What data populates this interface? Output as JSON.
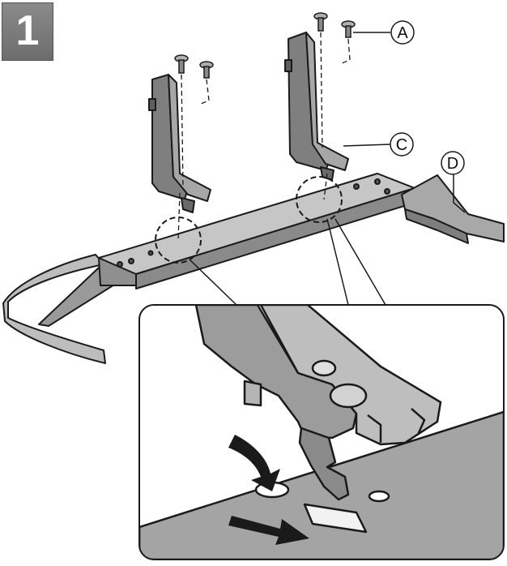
{
  "step": {
    "number": "1"
  },
  "callouts": [
    {
      "id": "a",
      "letter": "A"
    },
    {
      "id": "c",
      "letter": "C"
    },
    {
      "id": "d",
      "letter": "D"
    }
  ],
  "colors": {
    "part_fill": "#8c8c8c",
    "part_dark": "#5e5e5e",
    "part_light": "#b4b4b4",
    "base_fill": "#9a9a9a",
    "base_light": "#c2c2c2",
    "outline": "#1a1a1a",
    "badge": "#7a7a7a"
  }
}
